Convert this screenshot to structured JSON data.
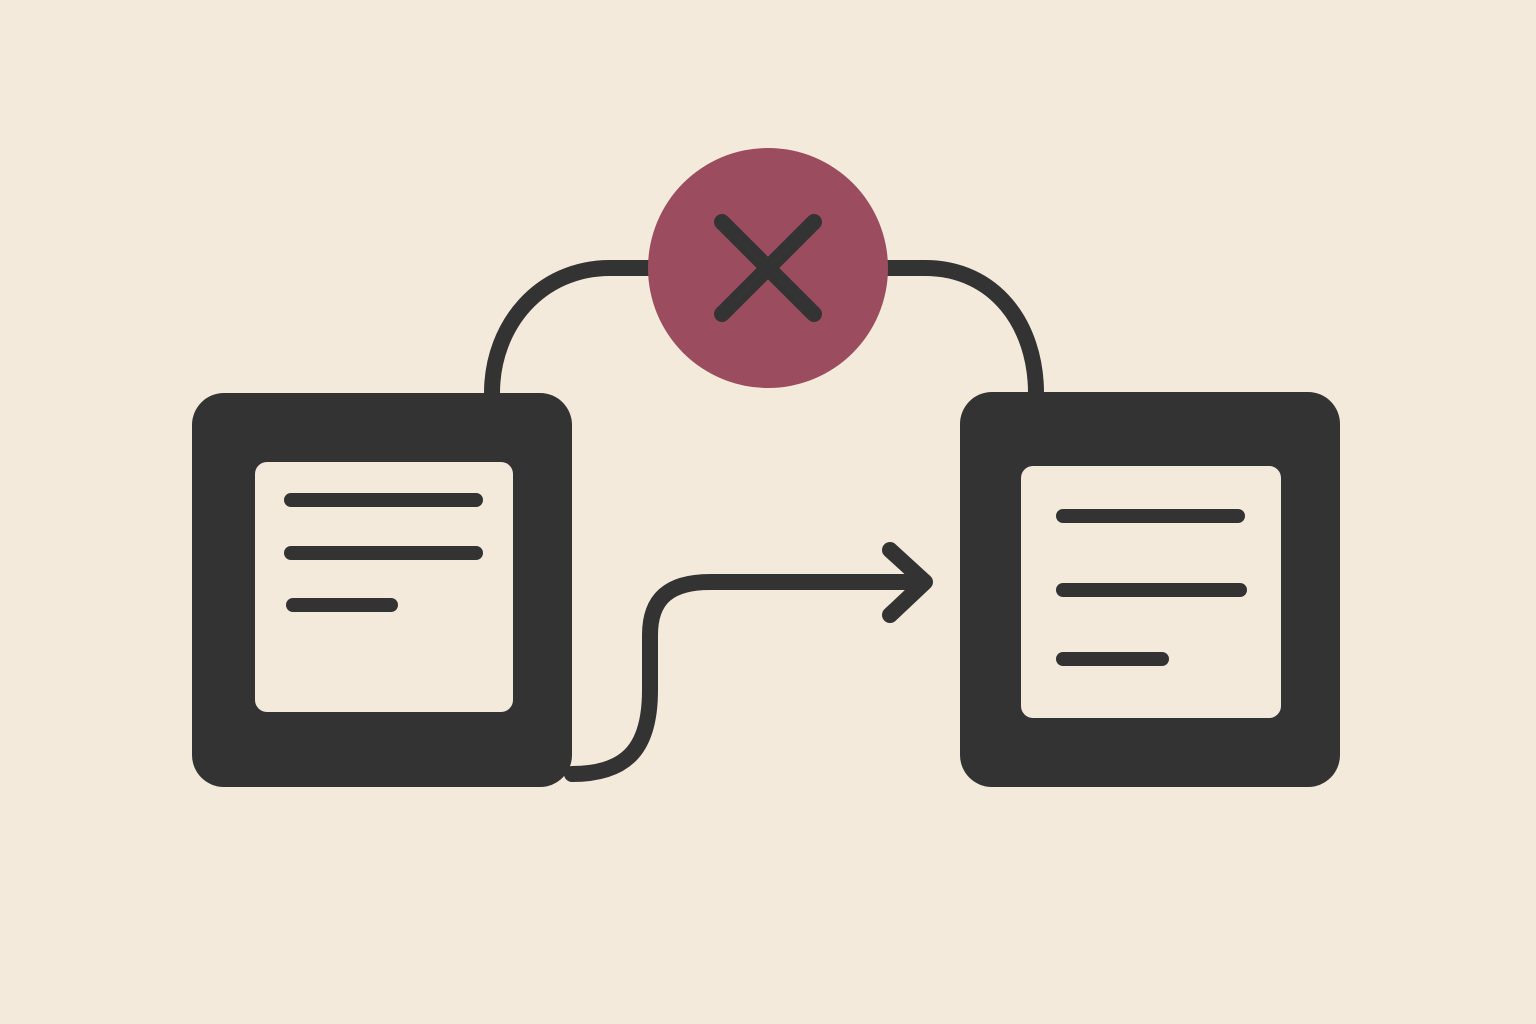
{
  "diagram": {
    "background_color": "#f3eadb",
    "ink_color": "#333333",
    "paper_color": "#f3eadb",
    "blocked_badge_color": "#9b4d5f",
    "nodes": [
      {
        "id": "source-document",
        "icon": "document-icon",
        "line_count": 3
      },
      {
        "id": "target-document",
        "icon": "document-icon",
        "line_count": 3
      }
    ],
    "connections": [
      {
        "id": "blocked-path",
        "from": "source-document",
        "to": "target-document",
        "status": "blocked",
        "marker_icon": "close-icon"
      },
      {
        "id": "allowed-path",
        "from": "source-document",
        "to": "target-document",
        "status": "allowed",
        "marker_icon": "arrow-right-icon"
      }
    ]
  }
}
